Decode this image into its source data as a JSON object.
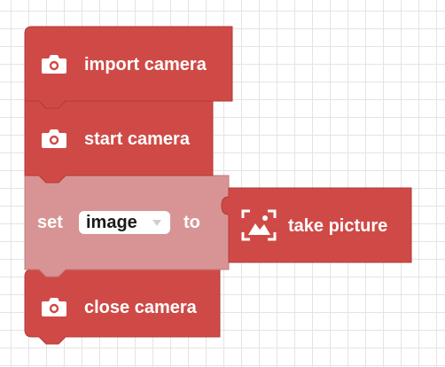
{
  "blocks": {
    "import_camera": {
      "label": "import camera",
      "icon": "camera-icon"
    },
    "start_camera": {
      "label": "start camera",
      "icon": "camera-icon"
    },
    "set_variable": {
      "set_label": "set",
      "variable": "image",
      "to_label": "to"
    },
    "take_picture": {
      "label": "take picture",
      "icon": "picture-frame-icon"
    },
    "close_camera": {
      "label": "close camera",
      "icon": "camera-icon"
    }
  },
  "colors": {
    "camera_block": "#cf4a46",
    "camera_block_border": "#b23a37",
    "set_block": "#d89494",
    "set_block_border": "#c27c7c",
    "workspace_grid": "#e4e4e4"
  }
}
